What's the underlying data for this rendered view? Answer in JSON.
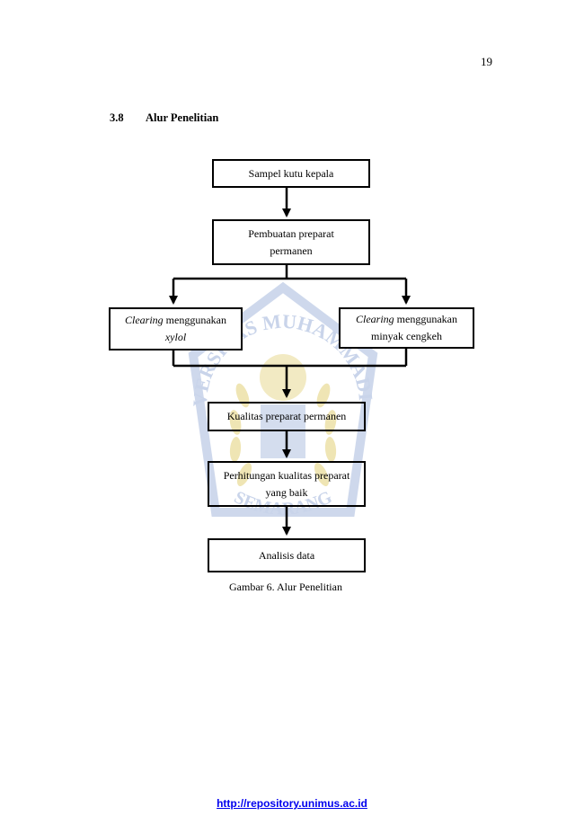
{
  "page": {
    "number": "19"
  },
  "section": {
    "number": "3.8",
    "title": "Alur Penelitian"
  },
  "flowchart": {
    "step1": "Sampel kutu kepala",
    "step2": "Pembuatan preparat permanen",
    "branch_left": {
      "italic": "Clearing",
      "line1_rest": " menggunakan",
      "line2": "xylol"
    },
    "branch_right": {
      "italic": "Clearing",
      "line1_rest": " menggunakan",
      "line2": "minyak cengkeh"
    },
    "step3": "Kualitas preparat permanen",
    "step4": "Perhitungan kualitas preparat yang baik",
    "step5": "Analisis data"
  },
  "caption": "Gambar 6. Alur Penelitian",
  "footer": {
    "link_text": "http://repository.unimus.ac.id"
  },
  "watermark": {
    "text_top": "UNIVERSITAS MUHAMMADIYAH",
    "text_bottom": "SEMARANG"
  },
  "colors": {
    "link": "#0000ee",
    "watermark_blue": "#c9d4ea",
    "watermark_gold": "#efe5b4"
  }
}
